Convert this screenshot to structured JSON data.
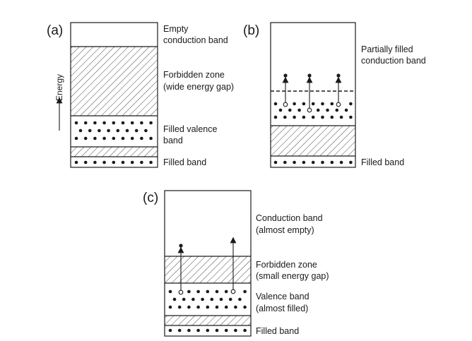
{
  "panels": {
    "a": {
      "label": "(a)",
      "axis_label": "Energy",
      "conduction": [
        "Empty",
        "conduction band"
      ],
      "forbidden": [
        "Forbidden zone",
        "(wide energy gap)"
      ],
      "valence": [
        "Filled valence",
        "band"
      ],
      "filled": "Filled band"
    },
    "b": {
      "label": "(b)",
      "conduction": [
        "Partially filled",
        "conduction band"
      ],
      "filled": "Filled band"
    },
    "c": {
      "label": "(c)",
      "conduction": [
        "Conduction band",
        "(almost empty)"
      ],
      "forbidden": [
        "Forbidden zone",
        "(small energy gap)"
      ],
      "valence": [
        "Valence band",
        "(almost filled)"
      ],
      "filled": "Filled band"
    }
  },
  "colors": {
    "ink": "#1a1a1a",
    "background": "#ffffff"
  }
}
